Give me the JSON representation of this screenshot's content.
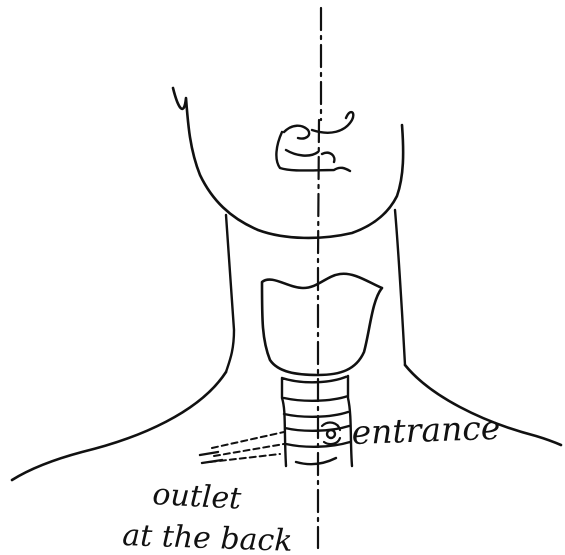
{
  "title": "",
  "colors": {
    "ink": "#111111",
    "paper": "#ffffff"
  },
  "labels": {
    "entrance": "entrance",
    "outlet_line1": "outlet",
    "outlet_line2": "at the back"
  }
}
